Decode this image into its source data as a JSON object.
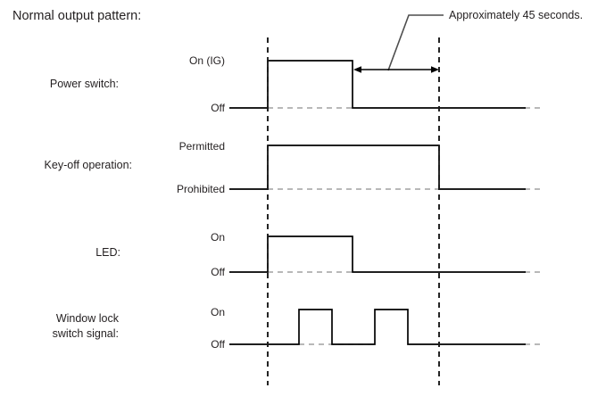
{
  "heading": "Normal output pattern:",
  "callout": {
    "text": "Approximately 45 seconds.",
    "measures": "time from power switch Off transition to end marker"
  },
  "rows": [
    {
      "id": "power-switch",
      "label": "Power switch:",
      "label_lines": [
        "Power switch:"
      ],
      "high_label": "On (IG)",
      "low_label": "Off"
    },
    {
      "id": "key-off-operation",
      "label": "Key-off operation:",
      "label_lines": [
        "Key-off operation:"
      ],
      "high_label": "Permitted",
      "low_label": "Prohibited"
    },
    {
      "id": "led",
      "label": "LED:",
      "label_lines": [
        "LED:"
      ],
      "high_label": "On",
      "low_label": "Off"
    },
    {
      "id": "window-lock-switch-signal",
      "label": "Window lock switch signal:",
      "label_lines": [
        "Window lock",
        "switch signal:"
      ],
      "high_label": "On",
      "low_label": "Off"
    }
  ],
  "chart_data": {
    "type": "line",
    "title": "Normal output pattern:",
    "xlabel": "",
    "ylabel": "",
    "x_unit": "relative time",
    "xlim": [
      255,
      605
    ],
    "grid": false,
    "legend": "none",
    "markers": [
      {
        "name": "t0-power-on",
        "x": 300
      },
      {
        "name": "t1-45s-end",
        "x": 492
      }
    ],
    "annotations": [
      {
        "name": "approx-45-seconds",
        "text": "Approximately 45 seconds.",
        "from_x": 396,
        "to_x": 492,
        "at_row": "power-switch"
      }
    ],
    "series": [
      {
        "name": "Power switch",
        "states": [
          "Off",
          "On (IG)"
        ],
        "transitions": [
          {
            "x": 255,
            "state": "Off"
          },
          {
            "x": 300,
            "state": "On (IG)"
          },
          {
            "x": 395,
            "state": "Off"
          },
          {
            "x": 605,
            "state": "Off"
          }
        ]
      },
      {
        "name": "Key-off operation",
        "states": [
          "Prohibited",
          "Permitted"
        ],
        "transitions": [
          {
            "x": 255,
            "state": "Prohibited"
          },
          {
            "x": 300,
            "state": "Permitted"
          },
          {
            "x": 492,
            "state": "Prohibited"
          },
          {
            "x": 605,
            "state": "Prohibited"
          }
        ]
      },
      {
        "name": "LED",
        "states": [
          "Off",
          "On"
        ],
        "transitions": [
          {
            "x": 255,
            "state": "Off"
          },
          {
            "x": 300,
            "state": "On"
          },
          {
            "x": 395,
            "state": "Off"
          },
          {
            "x": 605,
            "state": "Off"
          }
        ]
      },
      {
        "name": "Window lock switch signal",
        "states": [
          "Off",
          "On"
        ],
        "transitions": [
          {
            "x": 255,
            "state": "Off"
          },
          {
            "x": 335,
            "state": "On"
          },
          {
            "x": 372,
            "state": "Off"
          },
          {
            "x": 420,
            "state": "On"
          },
          {
            "x": 457,
            "state": "Off"
          },
          {
            "x": 605,
            "state": "Off"
          }
        ]
      }
    ]
  },
  "colors": {
    "wave": "#000000",
    "reference_dash": "#8d8d8d",
    "marker_dash": "#1a1a1a",
    "leader": "#4d4d4d",
    "text": "#231f20",
    "background": "#ffffff"
  }
}
